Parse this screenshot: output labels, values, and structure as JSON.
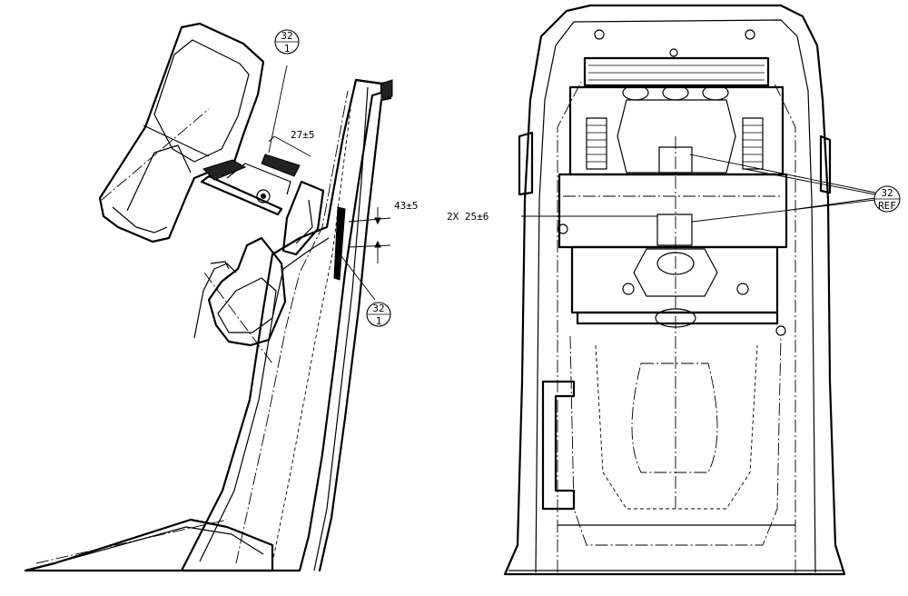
{
  "callouts": {
    "side_top": {
      "top": "32",
      "bottom": "1"
    },
    "side_bottom": {
      "top": "32",
      "bottom": "1"
    },
    "front_right": {
      "top": "32",
      "bottom": "REF"
    }
  },
  "dimensions": {
    "dim_27": "27±5",
    "dim_43": "43±5",
    "dim_25": "2X 25±6"
  }
}
